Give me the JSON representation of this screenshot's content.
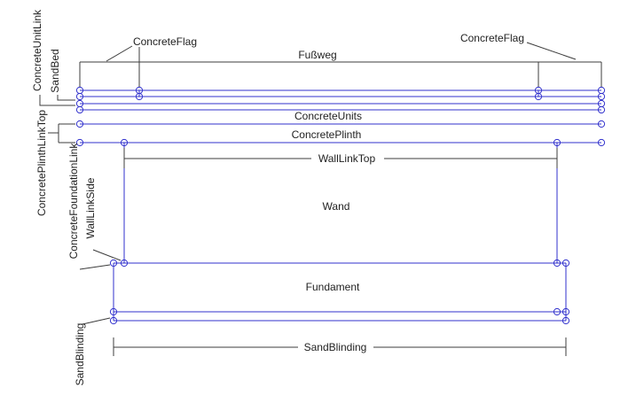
{
  "diagram": {
    "labels": {
      "concrete_flag_left": "ConcreteFlag",
      "concrete_flag_right": "ConcreteFlag",
      "fussweg": "Fußweg",
      "concrete_units": "ConcreteUnits",
      "concrete_plinth": "ConcretePlinth",
      "wall_link_top": "WallLinkTop",
      "wand": "Wand",
      "fundament": "Fundament",
      "sand_blinding_bottom": "SandBlinding",
      "concrete_unit_link": "ConcreteUnitLink",
      "sand_bed": "SandBed",
      "concrete_plinth_link_top": "ConcretePlinthLinkTop",
      "concrete_foundation_link": "ConcreteFoundationLink",
      "wall_link_side": "WallLinkSide",
      "sand_blinding_left": "SandBlinding"
    },
    "colors": {
      "geometry_blue": "#3232cd",
      "annotation_black": "#3c3c3c",
      "background": "#ffffff"
    }
  }
}
